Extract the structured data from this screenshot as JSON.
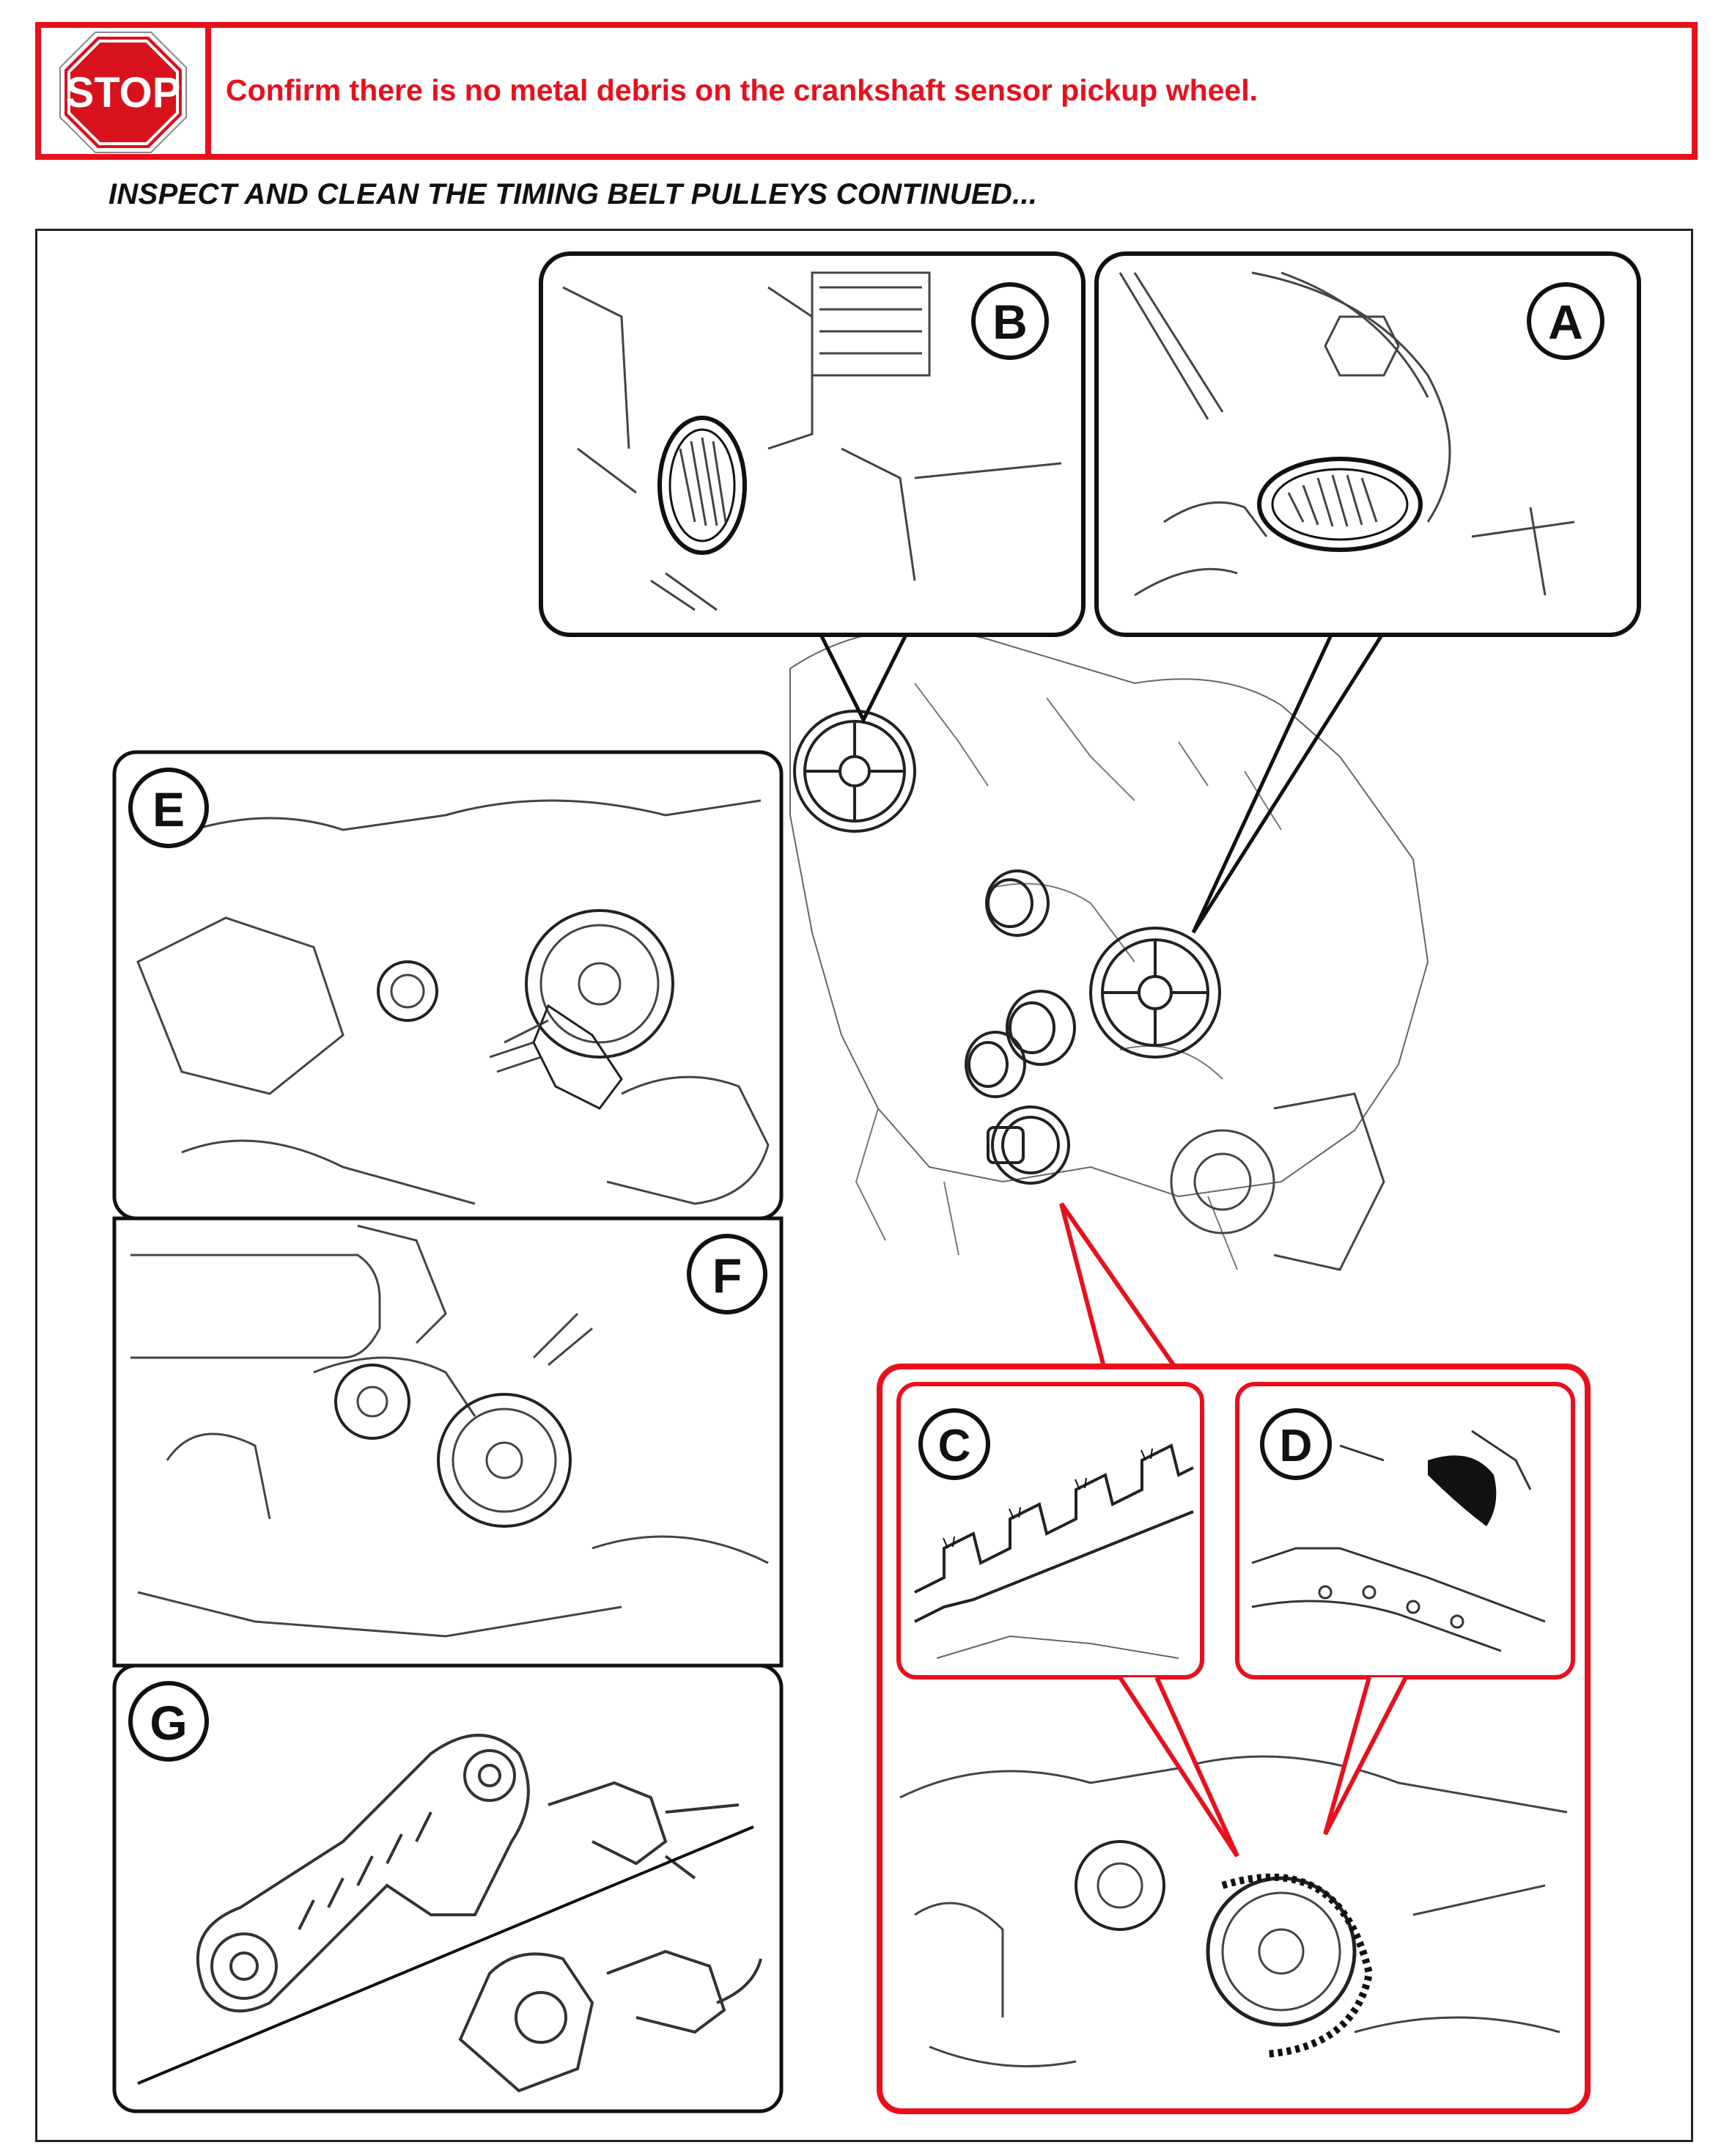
{
  "warning": {
    "icon": "stop-sign-icon",
    "sign_text": "STOP",
    "message": "Confirm there is no metal debris on the crankshaft sensor pickup wheel.",
    "color": "#e8101c"
  },
  "section_title": "INSPECT AND CLEAN THE TIMING BELT PULLEYS CONTINUED...",
  "figure": {
    "callouts": {
      "a": "A",
      "b": "B",
      "c": "C",
      "d": "D",
      "e": "E",
      "f": "F",
      "g": "G"
    },
    "highlight_color": "#e8101c"
  }
}
